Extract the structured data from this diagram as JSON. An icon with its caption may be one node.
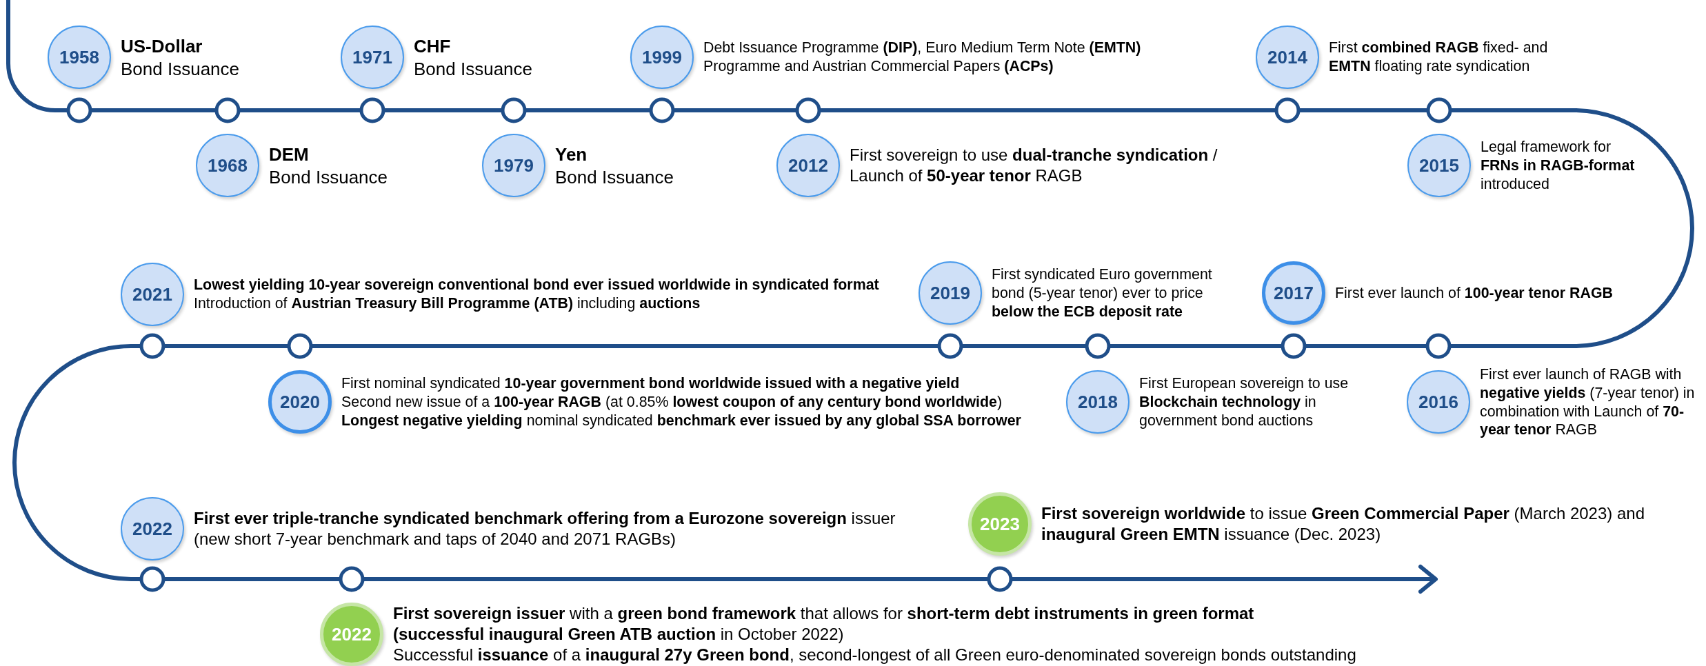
{
  "diagram": {
    "nodes": [
      {
        "text": [
          "1958"
        ],
        "beside": [
          "US-Dollar",
          "Bond Issuance"
        ]
      },
      {
        "text": [
          "1968"
        ],
        "beside": [
          "DEM",
          "Bond Issuance"
        ]
      },
      {
        "text": [
          "1971"
        ],
        "beside": [
          "CHF",
          "Bond Issuance"
        ]
      },
      {
        "text": [
          "1979"
        ],
        "beside": [
          "Yen",
          "Bond Issuance"
        ]
      },
      {
        "text": [
          "1999"
        ],
        "beside": [
          "Debt Issuance Programme **(DIP)**, Euro Medium Term Note **(EMTN)** Programme and Austrian Commercial Papers **(ACPs)**"
        ]
      },
      {
        "text": [
          "2012"
        ],
        "beside": [
          "First sovereign to use **dual-tranche syndication** / Launch of **50-year tenor** RAGB"
        ]
      },
      {
        "text": [
          "2014"
        ],
        "beside": [
          "First **combined RAGB** fixed- and **EMTN** floating rate syndication"
        ]
      },
      {
        "text": [
          "2015"
        ],
        "beside": [
          "Legal framework for **FRNs in RAGB-format** introduced"
        ]
      },
      {
        "text": [
          "2016"
        ],
        "beside": [
          "First ever launch of RAGB with **negative yields** (7-year tenor) in combination with Launch of **70-year tenor** RAGB"
        ]
      },
      {
        "text": [
          "2017"
        ],
        "beside": [
          "First ever launch of **100-year tenor RAGB**"
        ]
      },
      {
        "text": [
          "2018"
        ],
        "beside": [
          "First European sovereign to use **Blockchain technology** in government bond auctions"
        ]
      },
      {
        "text": [
          "2019"
        ],
        "beside": [
          "First syndicated Euro government bond (5-year tenor) ever to price **below the ECB deposit rate**"
        ]
      },
      {
        "text": [
          "2020"
        ],
        "beside": [
          "First nominal syndicated **10-year government bond worldwide issued with a negative yield**",
          "Second new issue of a **100-year RAGB** (at 0.85% **lowest coupon of any century bond worldwide**)",
          "**Longest negative yielding** nominal syndicated **benchmark ever issued by any global SSA borrower**"
        ]
      },
      {
        "text": [
          "2021"
        ],
        "beside": [
          "Lowest yielding 10-year sovereign conventional bond ever issued worldwide in syndicated format",
          "Introduction of **Austrian Treasury Bill Programme (ATB)** including **auctions**"
        ]
      },
      {
        "text": [
          "2022"
        ],
        "beside": [
          "**First ever triple-tranche syndicated benchmark offering from a Eurozone sovereign** issuer",
          "(new short 7-year benchmark and taps of 2040 and 2071 RAGBs)"
        ]
      },
      {
        "text": [
          "2022"
        ],
        "beside": [
          "**First sovereign issuer** with a **green bond framework** that allows for **short-term debt instruments in green format**",
          "**(successful inaugural Green ATB auction** in October 2022)",
          "Successful **issuance** of a **inaugural 27y Green bond**, second-longest of all Green euro-denominated sovereign bonds outstanding"
        ]
      },
      {
        "text": [
          "2023"
        ],
        "beside": [
          "**First sovereign worldwide** to issue **Green Commercial Paper** (March 2023) and **inaugural Green EMTN** issuance (Dec. 2023)"
        ]
      }
    ]
  }
}
